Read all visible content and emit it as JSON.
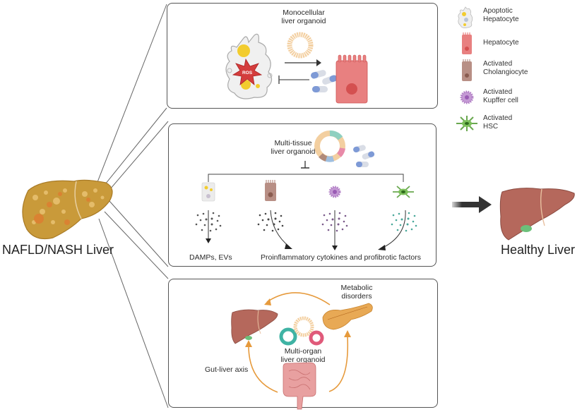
{
  "source_label": "NAFLD/NASH Liver",
  "target_label": "Healthy Liver",
  "panels": {
    "monocellular": {
      "title_line1": "Monocellular",
      "title_line2": "liver organoid",
      "ros_label": "ROS"
    },
    "multitissue": {
      "title_line1": "Multi-tissue",
      "title_line2": "liver organoid",
      "output_left": "DAMPs, EVs",
      "output_right": "Proinflammatory cytokines and profibrotic factors"
    },
    "multiorgan": {
      "title_line1": "Multi-organ",
      "title_line2": "liver organoid",
      "axis_left": "Gut-liver axis",
      "metabolic_line1": "Metabolic",
      "metabolic_line2": "disorders"
    }
  },
  "legend": [
    {
      "icon": "apoptotic-hepatocyte-icon",
      "line1": "Apoptotic",
      "line2": "Hepatocyte"
    },
    {
      "icon": "hepatocyte-icon",
      "line1": "Hepatocyte",
      "line2": ""
    },
    {
      "icon": "activated-cholangiocyte-icon",
      "line1": "Activated",
      "line2": "Cholangiocyte"
    },
    {
      "icon": "kupffer-cell-icon",
      "line1": "Activated",
      "line2": "Kupffer cell"
    },
    {
      "icon": "hsc-icon",
      "line1": "Activated",
      "line2": "HSC"
    }
  ],
  "colors": {
    "hepatocyte": "#e88080",
    "cholangiocyte": "#b88f85",
    "kupffer": "#b07cc4",
    "hsc": "#6aa84f",
    "liver_healthy": "#b5685c",
    "liver_diseased": "#c99a3a",
    "arrow_orange": "#e69a3c",
    "ros": "#d43d3d"
  }
}
